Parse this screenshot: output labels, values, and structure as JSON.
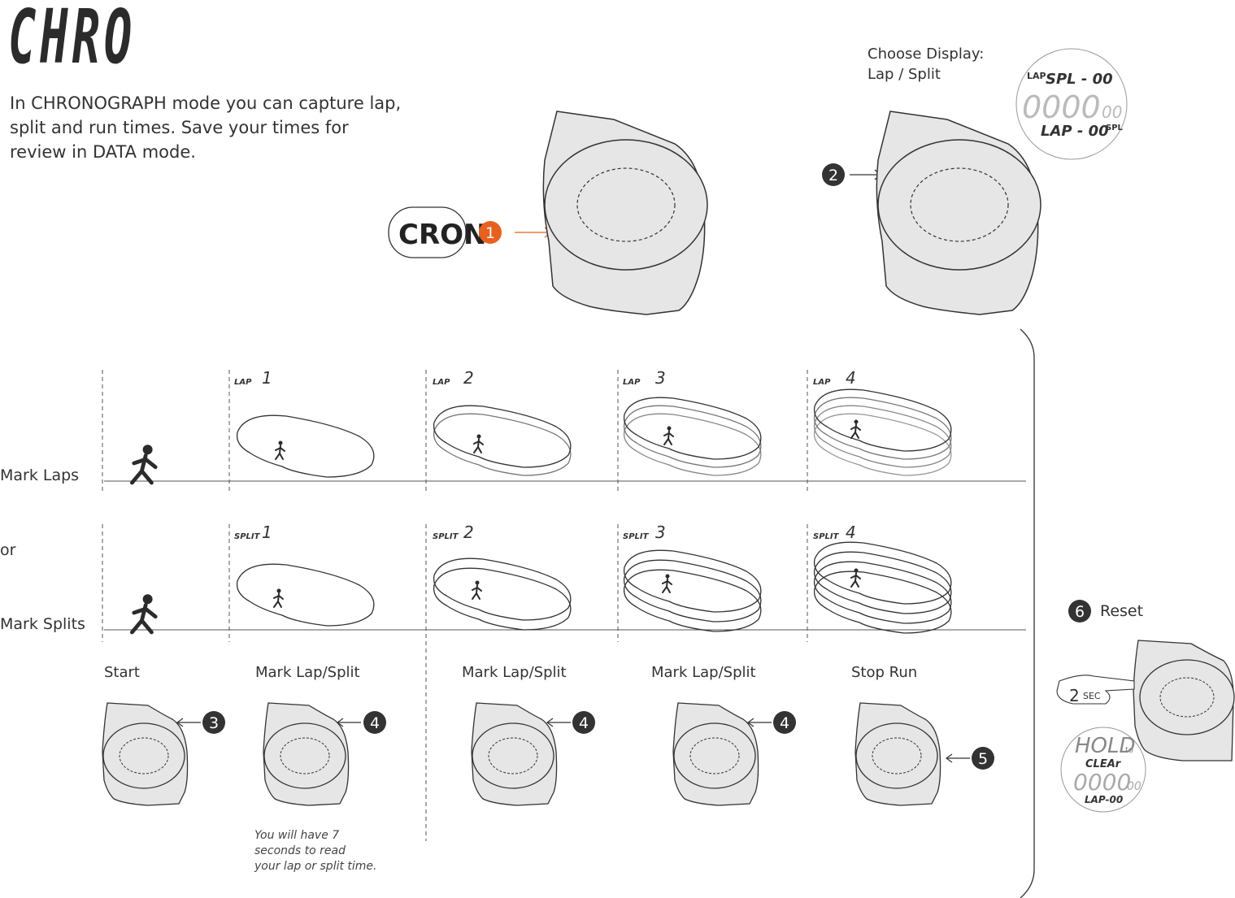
{
  "title": "CHRO",
  "intro": "In CHRONOGRAPH mode you can capture lap, split and run times. Save your times for review in DATA mode.",
  "step1": {
    "number": "1",
    "display": "CRON"
  },
  "step2": {
    "number": "2",
    "choose_line1": "Choose Display:",
    "choose_line2": "Lap / Split",
    "display_lap_tag": "LAP",
    "display_spl_text": "SPL - 00",
    "display_main": "0000",
    "display_small": "00",
    "display_lap_text": "LAP - 00",
    "display_spl_tag": "SPL"
  },
  "rows": {
    "laps_label": "Mark Laps",
    "or_label": "or",
    "splits_label": "Mark Splits",
    "lap_tags": [
      {
        "tag": "LAP",
        "num": "1"
      },
      {
        "tag": "LAP",
        "num": "2"
      },
      {
        "tag": "LAP",
        "num": "3"
      },
      {
        "tag": "LAP",
        "num": "4"
      }
    ],
    "split_tags": [
      {
        "tag": "SPLIT",
        "num": "1"
      },
      {
        "tag": "SPLIT",
        "num": "2"
      },
      {
        "tag": "SPLIT",
        "num": "3"
      },
      {
        "tag": "SPLIT",
        "num": "4"
      }
    ]
  },
  "steps": [
    {
      "caption": "Start",
      "number": "3"
    },
    {
      "caption": "Mark Lap/Split",
      "number": "4"
    },
    {
      "caption": "Mark Lap/Split",
      "number": "4"
    },
    {
      "caption": "Mark Lap/Split",
      "number": "4"
    },
    {
      "caption": "Stop Run",
      "number": "5"
    }
  ],
  "note": [
    "You will have 7",
    "seconds to read",
    "your lap or split time."
  ],
  "reset": {
    "number": "6",
    "label": "Reset",
    "press": "2",
    "press_unit": "SEC",
    "display_hold": "HOLD",
    "display_to": "to",
    "display_clear": "CLEAr",
    "display_main": "0000",
    "display_small": "00",
    "display_lap": "LAP-00"
  },
  "colors": {
    "accent": "#e8601c",
    "ink": "#333333",
    "watch_fill": "#e6e6e6",
    "screen_fill": "#d9d9d9"
  }
}
